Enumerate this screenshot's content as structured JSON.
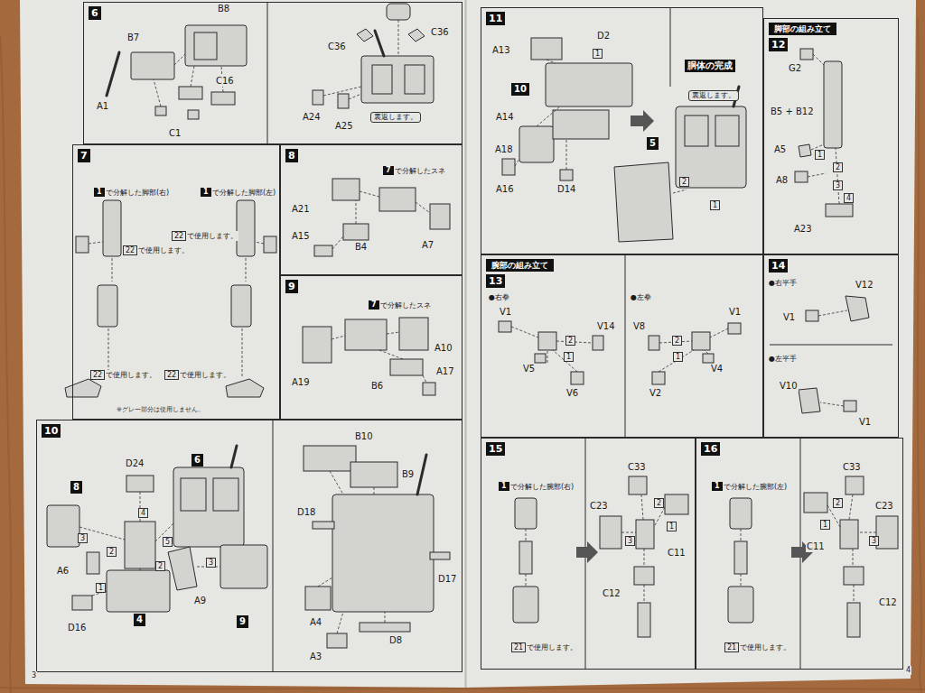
{
  "diagram": {
    "nodes": [
      {
        "text": [
          "6"
        ]
      },
      {
        "text": [
          "7"
        ]
      },
      {
        "text": [
          "8"
        ]
      },
      {
        "text": [
          "9"
        ]
      },
      {
        "text": [
          "10"
        ]
      },
      {
        "text": [
          "8"
        ],
        "in": 4
      },
      {
        "text": [
          "6"
        ],
        "in": 4
      },
      {
        "text": [
          "4"
        ],
        "in": 4
      },
      {
        "text": [
          "9"
        ],
        "in": 4
      },
      {
        "text": [
          "11"
        ]
      },
      {
        "text": [
          "胴体の完成"
        ],
        "in": 9
      },
      {
        "text": [
          "10"
        ],
        "in": 9
      },
      {
        "text": [
          "5"
        ],
        "in": 9
      },
      {
        "text": [
          "脚部の組み立て",
          "12"
        ]
      },
      {
        "text": [
          "腕部の組み立て",
          "13"
        ]
      },
      {
        "text": [
          "14"
        ]
      },
      {
        "text": [
          "15"
        ]
      },
      {
        "text": [
          "16"
        ]
      }
    ],
    "labels": [
      "B7",
      "B8",
      "C16",
      "A1",
      "C1",
      "C36",
      "C36",
      "A24",
      "A25",
      "裏返します。",
      "1",
      "で分解した脚部(右)",
      "1",
      "で分解した脚部(左)",
      "22",
      "で使用します。",
      "22",
      "で使用します。",
      "22",
      "で使用します。",
      "22",
      "で使用します。",
      "※グレー部分は使用しません。",
      "7",
      "で分解したスネ",
      "A21",
      "A15",
      "B4",
      "A7",
      "7",
      "で分解したスネ",
      "A19",
      "B6",
      "A10",
      "A17",
      "D24",
      "4",
      "3",
      "2",
      "5",
      "2",
      "3",
      "1",
      "A6",
      "A9",
      "D16",
      "B10",
      "B9",
      "D18",
      "D17",
      "A4",
      "A3",
      "D8",
      "A13",
      "D2",
      "1",
      "A14",
      "A18",
      "A16",
      "D14",
      "裏返します。",
      "2",
      "1",
      "G2",
      "B5 + B12",
      "A5",
      "1",
      "2",
      "A8",
      "3",
      "4",
      "A23",
      "●右拳",
      "●左拳",
      "V1",
      "2",
      "V14",
      "1",
      "V5",
      "V6",
      "V8",
      "2",
      "V1",
      "1",
      "V4",
      "V2",
      "●右平手",
      "V12",
      "V1",
      "●左平手",
      "V10",
      "V1",
      "1",
      "で分解した腕部(右)",
      "21",
      "で使用します。",
      "C33",
      "2",
      "C23",
      "3",
      "1",
      "C11",
      "C12",
      "1",
      "で分解した腕部(左)",
      "21",
      "で使用します。",
      "C33",
      "2",
      "C23",
      "1",
      "C11",
      "3",
      "C12",
      "3",
      "4"
    ]
  }
}
